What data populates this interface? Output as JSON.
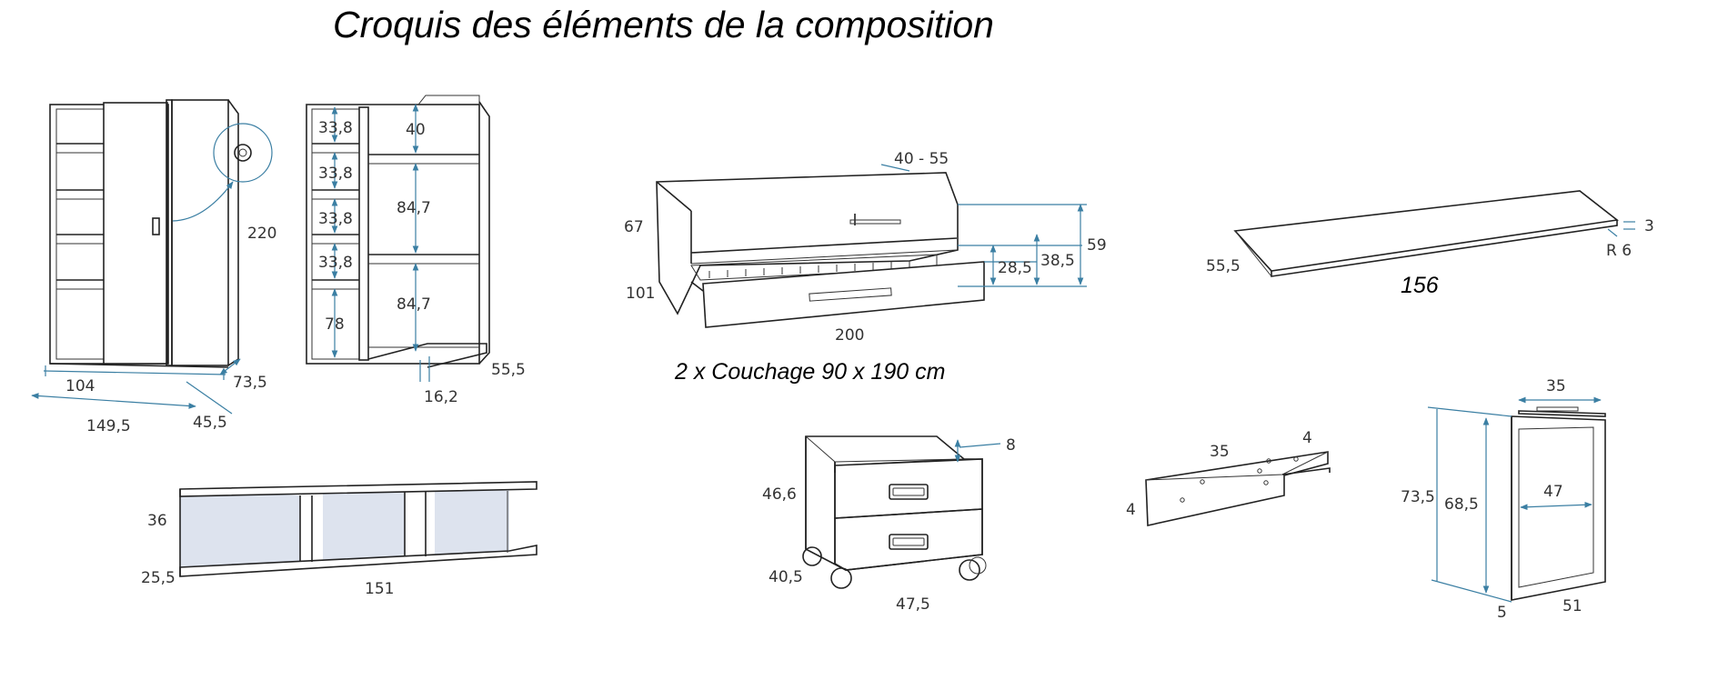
{
  "title": "Croquis des éléments de la composition",
  "wardrobe": {
    "dims": {
      "height": "220",
      "width": "104",
      "total_width": "149,5",
      "depth_side": "73,5",
      "depth": "45,5"
    }
  },
  "wardrobe_interior": {
    "dims": {
      "shelf_1": "33,8",
      "shelf_2": "33,8",
      "shelf_3": "33,8",
      "shelf_4": "33,8",
      "bottom": "78",
      "top": "40",
      "mid_1": "84,7",
      "mid_2": "84,7",
      "depth": "55,5",
      "side": "16,2"
    }
  },
  "daybed": {
    "caption": "2 x Couchage 90 x 190 cm",
    "dims": {
      "backrest": "40 - 55",
      "height_left": "67",
      "depth": "101",
      "length": "200",
      "drawer_height": "28,5",
      "seat_height": "38,5",
      "total_height": "59"
    }
  },
  "desk_top": {
    "label": "156",
    "dims": {
      "depth": "55,5",
      "thickness": "3",
      "radius": "R 6"
    }
  },
  "wall_shelf": {
    "dims": {
      "height": "36",
      "depth": "25,5",
      "length": "151"
    }
  },
  "drawer_unit": {
    "dims": {
      "rim": "8",
      "height": "46,6",
      "depth": "40,5",
      "width": "47,5"
    }
  },
  "bracket": {
    "dims": {
      "length": "35",
      "width": "4",
      "height": "4"
    }
  },
  "desk_frame": {
    "dims": {
      "top": "35",
      "height": "73,5",
      "inner_height": "68,5",
      "inner_width": "47",
      "thickness": "5",
      "depth": "51"
    }
  }
}
